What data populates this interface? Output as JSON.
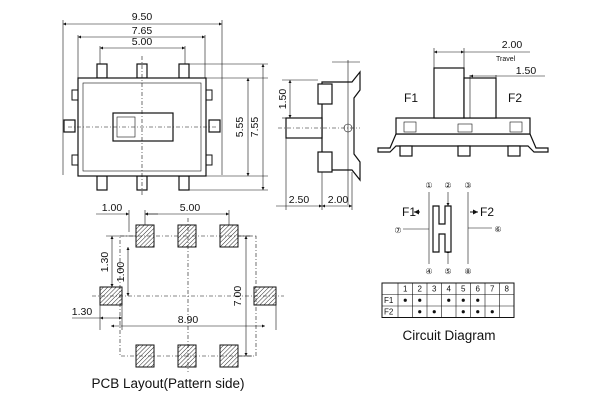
{
  "top_view": {
    "dim_overall": "9.50",
    "dim_mid": "7.65",
    "dim_inner": "5.00",
    "dim_height_inner": "5.55",
    "dim_height_outer": "7.55"
  },
  "side_view": {
    "dim_height": "1.50",
    "dim_width_left": "2.50",
    "dim_width_right": "2.00"
  },
  "front_view": {
    "dim_travel": "2.00",
    "travel_label": "Travel",
    "dim_actuator": "1.50",
    "position_left": "F1",
    "position_right": "F2"
  },
  "circuit": {
    "pin_1": "①",
    "pin_2": "②",
    "pin_3": "③",
    "pin_4": "④",
    "pin_5": "⑤",
    "pin_6": "⑥",
    "pin_7": "⑦",
    "pin_8": "⑧",
    "arrow_left": "F1",
    "arrow_right": "F2",
    "table_columns": [
      "1",
      "2",
      "3",
      "4",
      "5",
      "6",
      "7",
      "8"
    ],
    "table_rows": [
      {
        "label": "F1",
        "dots": [
          true,
          true,
          false,
          true,
          true,
          true,
          false,
          false
        ]
      },
      {
        "label": "F2",
        "dots": [
          false,
          true,
          true,
          false,
          true,
          true,
          true,
          false
        ]
      }
    ],
    "caption": "Circuit Diagram"
  },
  "pcb_layout": {
    "dim_offset": "1.00",
    "dim_pitch": "5.00",
    "dim_row_pitch": "1.30",
    "dim_row_pitch_inner": "1.00",
    "dim_vertical": "7.00",
    "dim_side_pad": "1.30",
    "dim_horizontal": "8.90",
    "caption": "PCB Layout(Pattern side)"
  }
}
